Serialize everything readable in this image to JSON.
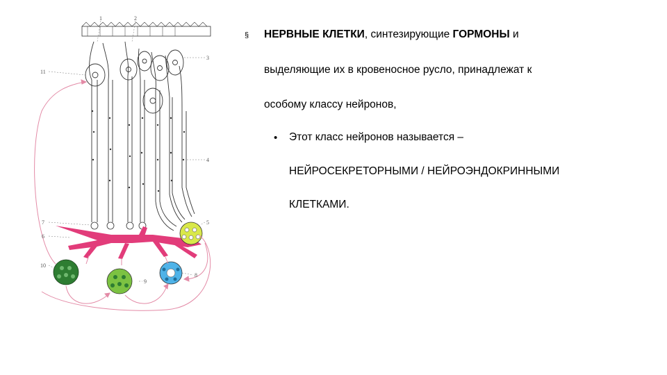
{
  "para1": {
    "marker": "§",
    "line1": {
      "b1": "НЕРВНЫЕ КЛЕТКИ",
      "t1": ", синтезирующие ",
      "b2": "ГОРМОНЫ",
      "t2": " и"
    },
    "line2": "выделяющие их в кровеносное русло, принадлежат к",
    "line3": "особому классу нейронов,"
  },
  "para2": {
    "marker": "•",
    "line1": "Этот класс нейронов называется –",
    "line2": "НЕЙРОСЕКРЕТОРНЫМИ / НЕЙРОЭНДОКРИННЫМИ",
    "line3_bold": "КЛЕТКАМИ",
    "line3_tail": "."
  },
  "figure": {
    "labels": [
      "1",
      "2",
      "3",
      "11",
      "4",
      "7",
      "6",
      "5",
      "10",
      "9",
      "8"
    ],
    "colors": {
      "vessel": "#e23c7a",
      "arrow": "#e38aa6",
      "cell_dark_green": "#2e7d32",
      "cell_light_green": "#7cc242",
      "cell_yellow": "#d9e84a",
      "cell_blue": "#4fb3e8",
      "line": "#333333"
    }
  }
}
